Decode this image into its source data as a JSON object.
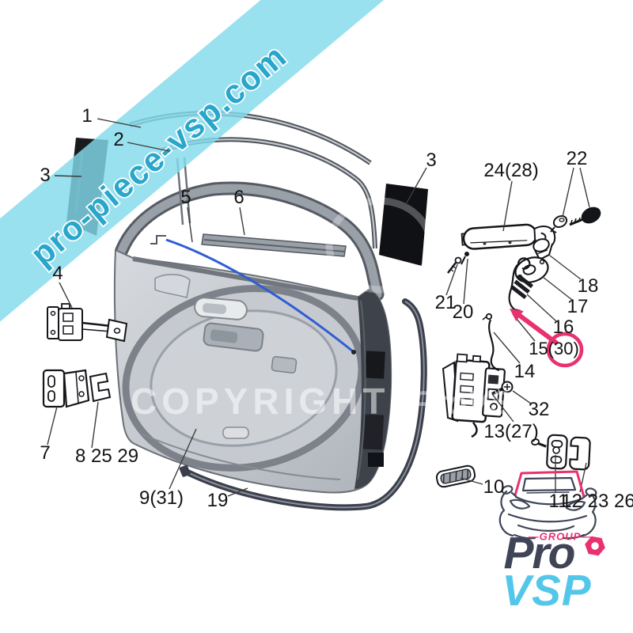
{
  "watermark_band": {
    "text": "pro-piece-vsp.com",
    "band_color": "#83daec",
    "text_color": "#2aa6ca"
  },
  "ghost_watermark": {
    "text": "COPYRIGHT",
    "logo_text": "ProVSP"
  },
  "highlight": {
    "accent_pink": "#e8316e"
  },
  "logo": {
    "group": "—GROUP—",
    "pro": "Pro",
    "vsp": "VSP",
    "pink": "#e8316e",
    "navy": "#3f4557",
    "blue": "#52c7e9"
  },
  "parts": {
    "l1": "1",
    "l2": "2",
    "l3_left": "3",
    "l3_right": "3",
    "l4": "4",
    "l5": "5",
    "l6": "6",
    "l7": "7",
    "l8": "8 25 29",
    "l9": "9(31)",
    "l10": "10",
    "l11": "11",
    "l12": "12 23 26",
    "l13": "13(27)",
    "l14": "14",
    "l15": "15(30)",
    "l16": "16",
    "l17": "17",
    "l18": "18",
    "l19": "19",
    "l20": "20",
    "l21": "21",
    "l22": "22",
    "l24": "24(28)",
    "l32": "32"
  }
}
